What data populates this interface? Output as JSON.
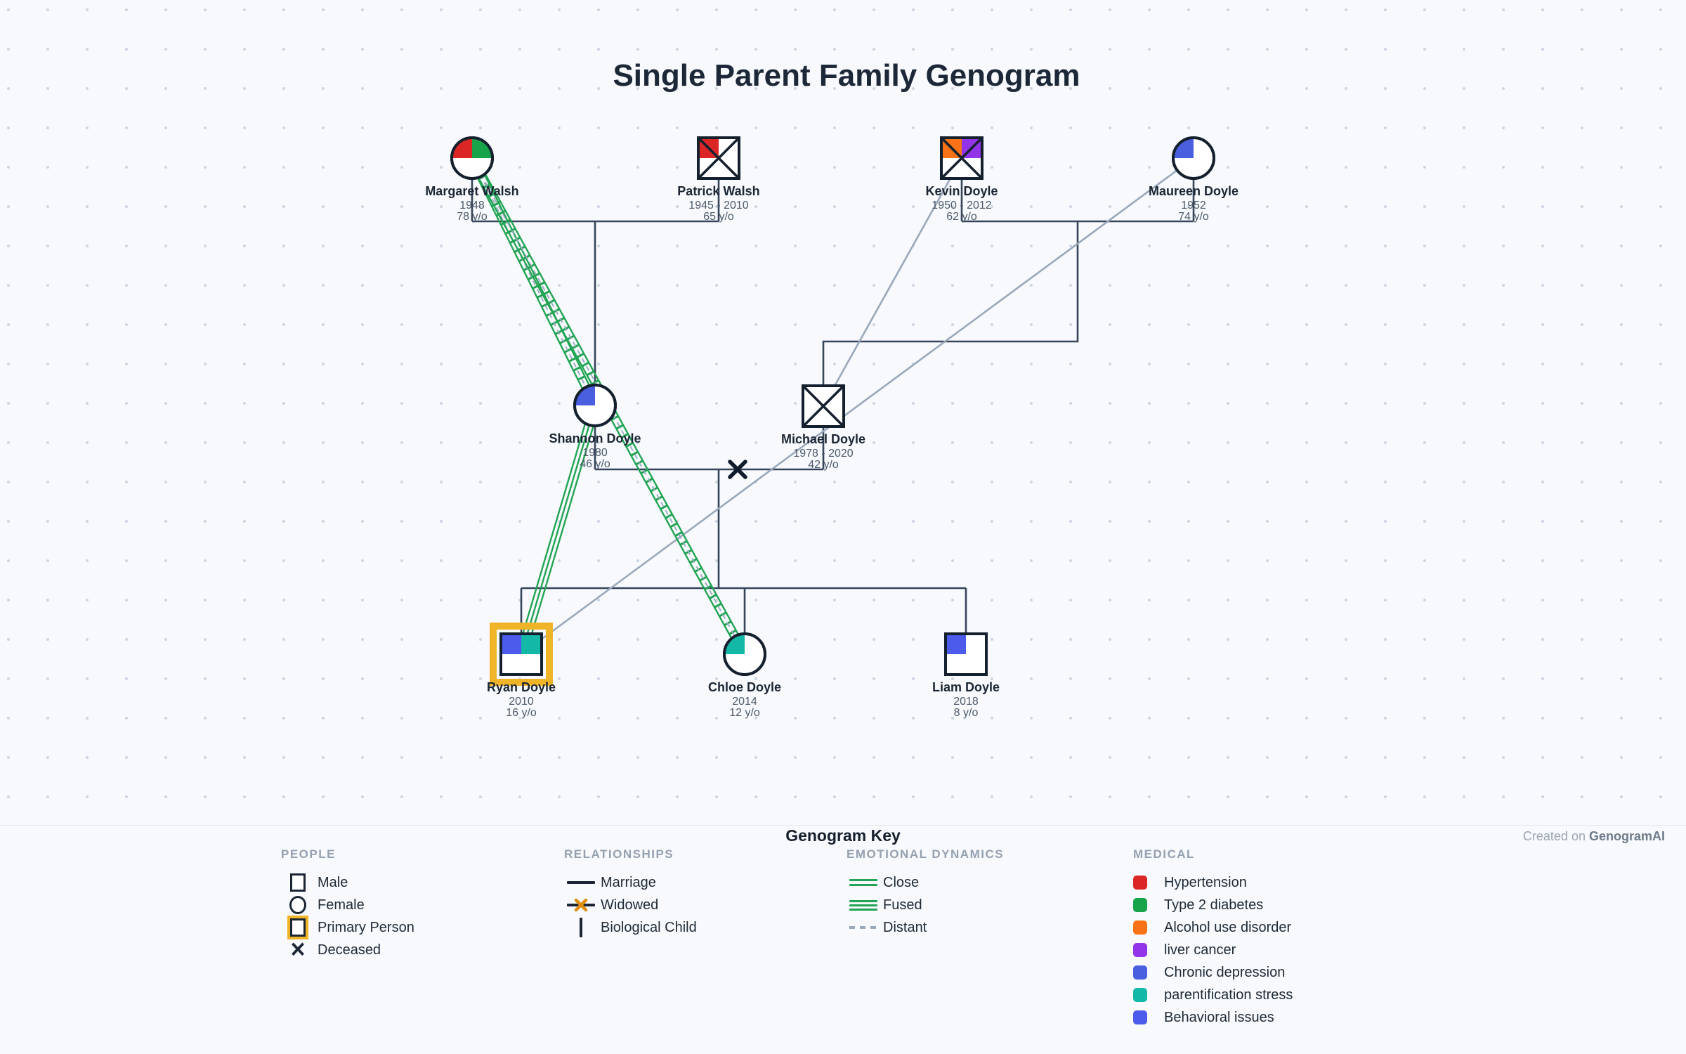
{
  "title": "Single Parent Family Genogram",
  "credit": {
    "prefix": "Created on ",
    "brand": "GenogramAI"
  },
  "key": {
    "title": "Genogram Key",
    "people": {
      "header": "PEOPLE",
      "items": [
        "Male",
        "Female",
        "Primary Person",
        "Deceased"
      ]
    },
    "relationships": {
      "header": "RELATIONSHIPS",
      "items": [
        "Marriage",
        "Widowed",
        "Biological Child"
      ]
    },
    "emotional": {
      "header": "EMOTIONAL DYNAMICS",
      "items": [
        "Close",
        "Fused",
        "Distant"
      ]
    },
    "medical": {
      "header": "MEDICAL",
      "items": [
        {
          "label": "Hypertension",
          "color": "#dc2626"
        },
        {
          "label": "Type 2 diabetes",
          "color": "#16a34a"
        },
        {
          "label": "Alcohol use disorder",
          "color": "#f97316"
        },
        {
          "label": "liver cancer",
          "color": "#9333ea"
        },
        {
          "label": "Chronic depression",
          "color": "#4a5fe0"
        },
        {
          "label": "parentification stress",
          "color": "#14b8a6"
        },
        {
          "label": "Behavioral issues",
          "color": "#4c5beb"
        }
      ]
    }
  },
  "colors": {
    "emotional_green": "#21a453",
    "distant_gray": "#9aa8bb",
    "widowed_x_legend": "#df8e12",
    "primary_gold": "#f0b429",
    "hypertension": "#dc2626",
    "diabetes": "#16a34a",
    "alcohol": "#f97316",
    "liver_cancer": "#9333ea",
    "depression": "#4a5fe0",
    "parentification": "#14b8a6",
    "behavioral": "#4c5beb"
  },
  "people": [
    {
      "name": "Margaret Walsh",
      "years": "1948",
      "age": "78 y/o",
      "sex": "female",
      "deceased": false,
      "primary": false,
      "conditions": [
        "Hypertension",
        "Type 2 diabetes"
      ]
    },
    {
      "name": "Patrick Walsh",
      "years": "1945 - 2010",
      "age": "65 y/o",
      "sex": "male",
      "deceased": true,
      "primary": false,
      "conditions": [
        "Hypertension"
      ]
    },
    {
      "name": "Kevin Doyle",
      "years": "1950 - 2012",
      "age": "62 y/o",
      "sex": "male",
      "deceased": true,
      "primary": false,
      "conditions": [
        "Alcohol use disorder",
        "liver cancer"
      ]
    },
    {
      "name": "Maureen Doyle",
      "years": "1952",
      "age": "74 y/o",
      "sex": "female",
      "deceased": false,
      "primary": false,
      "conditions": [
        "Chronic depression"
      ]
    },
    {
      "name": "Shannon Doyle",
      "years": "1980",
      "age": "46 y/o",
      "sex": "female",
      "deceased": false,
      "primary": false,
      "conditions": [
        "Chronic depression"
      ]
    },
    {
      "name": "Michael Doyle",
      "years": "1978 - 2020",
      "age": "42 y/o",
      "sex": "male",
      "deceased": true,
      "primary": false,
      "conditions": []
    },
    {
      "name": "Ryan Doyle",
      "years": "2010",
      "age": "16 y/o",
      "sex": "male",
      "deceased": false,
      "primary": true,
      "conditions": [
        "Behavioral issues",
        "parentification stress"
      ]
    },
    {
      "name": "Chloe Doyle",
      "years": "2014",
      "age": "12 y/o",
      "sex": "female",
      "deceased": false,
      "primary": false,
      "conditions": [
        "parentification stress"
      ]
    },
    {
      "name": "Liam Doyle",
      "years": "2018",
      "age": "8 y/o",
      "sex": "male",
      "deceased": false,
      "primary": false,
      "conditions": [
        "Behavioral issues"
      ]
    }
  ],
  "relationships": {
    "marriages": [
      {
        "a": "Margaret Walsh",
        "b": "Patrick Walsh",
        "status": "married"
      },
      {
        "a": "Kevin Doyle",
        "b": "Maureen Doyle",
        "status": "married"
      },
      {
        "a": "Shannon Doyle",
        "b": "Michael Doyle",
        "status": "widowed"
      }
    ],
    "children": [
      {
        "child": "Shannon Doyle",
        "parents": [
          "Margaret Walsh",
          "Patrick Walsh"
        ]
      },
      {
        "child": "Michael Doyle",
        "parents": [
          "Kevin Doyle",
          "Maureen Doyle"
        ]
      },
      {
        "child": "Ryan Doyle",
        "parents": [
          "Shannon Doyle",
          "Michael Doyle"
        ]
      },
      {
        "child": "Chloe Doyle",
        "parents": [
          "Shannon Doyle",
          "Michael Doyle"
        ]
      },
      {
        "child": "Liam Doyle",
        "parents": [
          "Shannon Doyle",
          "Michael Doyle"
        ]
      }
    ],
    "emotional": [
      {
        "a": "Margaret Walsh",
        "b": "Shannon Doyle",
        "type": "fused",
        "style": "hatched-band-with-dashed-center"
      },
      {
        "a": "Margaret Walsh",
        "b": "Chloe Doyle",
        "type": "fused",
        "style": "hatched-band-with-dashed-center"
      },
      {
        "a": "Shannon Doyle",
        "b": "Ryan Doyle",
        "type": "fused",
        "style": "triple-line"
      },
      {
        "a": "Michael Doyle",
        "b": "Kevin Doyle",
        "type": "distant",
        "style": "gray-line"
      },
      {
        "a": "Ryan Doyle",
        "b": "Maureen Doyle",
        "type": "distant",
        "style": "gray-line"
      }
    ]
  }
}
